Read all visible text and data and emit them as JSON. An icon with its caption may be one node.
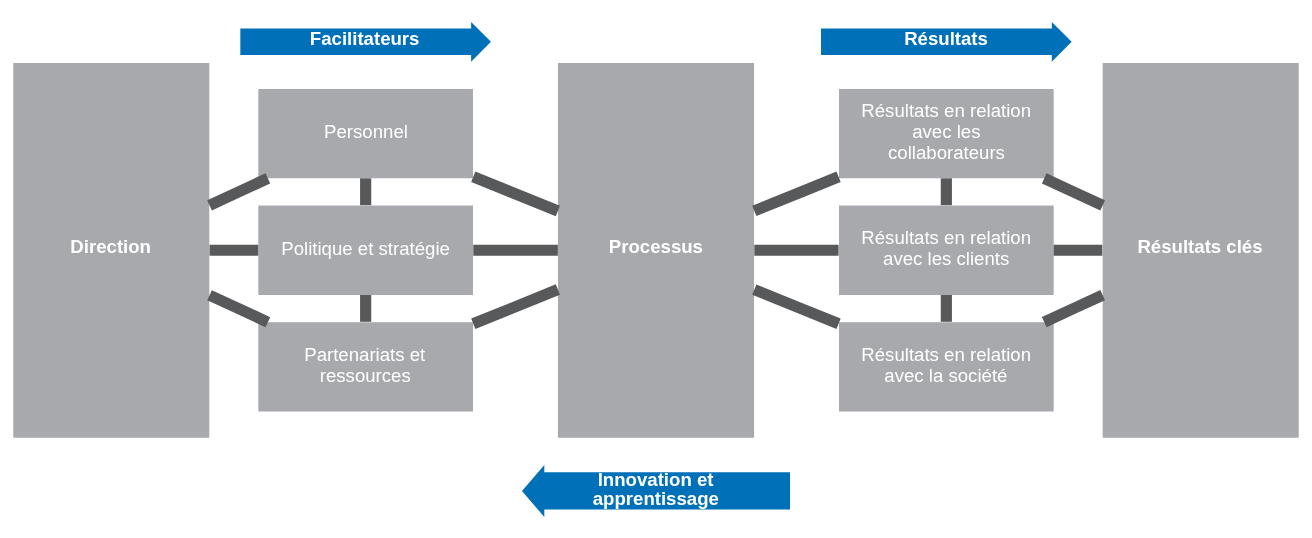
{
  "diagram": {
    "nodes": [
      {
        "text": [
          "Facilitateurs"
        ]
      },
      {
        "text": [
          "Résultats"
        ]
      },
      {
        "text": [
          "Direction"
        ]
      },
      {
        "text": [
          "Personnel"
        ]
      },
      {
        "text": [
          "Politique et stratégie"
        ]
      },
      {
        "text": [
          "Partenariats et ressources"
        ]
      },
      {
        "text": [
          "Processus"
        ]
      },
      {
        "text": [
          "Résultats en relation avec les collaborateurs"
        ]
      },
      {
        "text": [
          "Résultats en relation avec les clients"
        ]
      },
      {
        "text": [
          "Résultats en relation avec la société"
        ]
      },
      {
        "text": [
          "Résultats clés"
        ]
      },
      {
        "text": [
          "Innovation et apprentissage"
        ]
      }
    ],
    "edges": [
      {
        "from": 2,
        "to": 3,
        "arrow": "none"
      },
      {
        "from": 2,
        "to": 4,
        "arrow": "none"
      },
      {
        "from": 2,
        "to": 5,
        "arrow": "none"
      },
      {
        "from": 3,
        "to": 4,
        "arrow": "none"
      },
      {
        "from": 4,
        "to": 5,
        "arrow": "none"
      },
      {
        "from": 3,
        "to": 6,
        "arrow": "none"
      },
      {
        "from": 4,
        "to": 6,
        "arrow": "none"
      },
      {
        "from": 5,
        "to": 6,
        "arrow": "none"
      },
      {
        "from": 6,
        "to": 7,
        "arrow": "none"
      },
      {
        "from": 6,
        "to": 8,
        "arrow": "none"
      },
      {
        "from": 6,
        "to": 9,
        "arrow": "none"
      },
      {
        "from": 7,
        "to": 8,
        "arrow": "none"
      },
      {
        "from": 8,
        "to": 9,
        "arrow": "none"
      },
      {
        "from": 7,
        "to": 10,
        "arrow": "none"
      },
      {
        "from": 8,
        "to": 10,
        "arrow": "none"
      },
      {
        "from": 9,
        "to": 10,
        "arrow": "none"
      }
    ]
  }
}
